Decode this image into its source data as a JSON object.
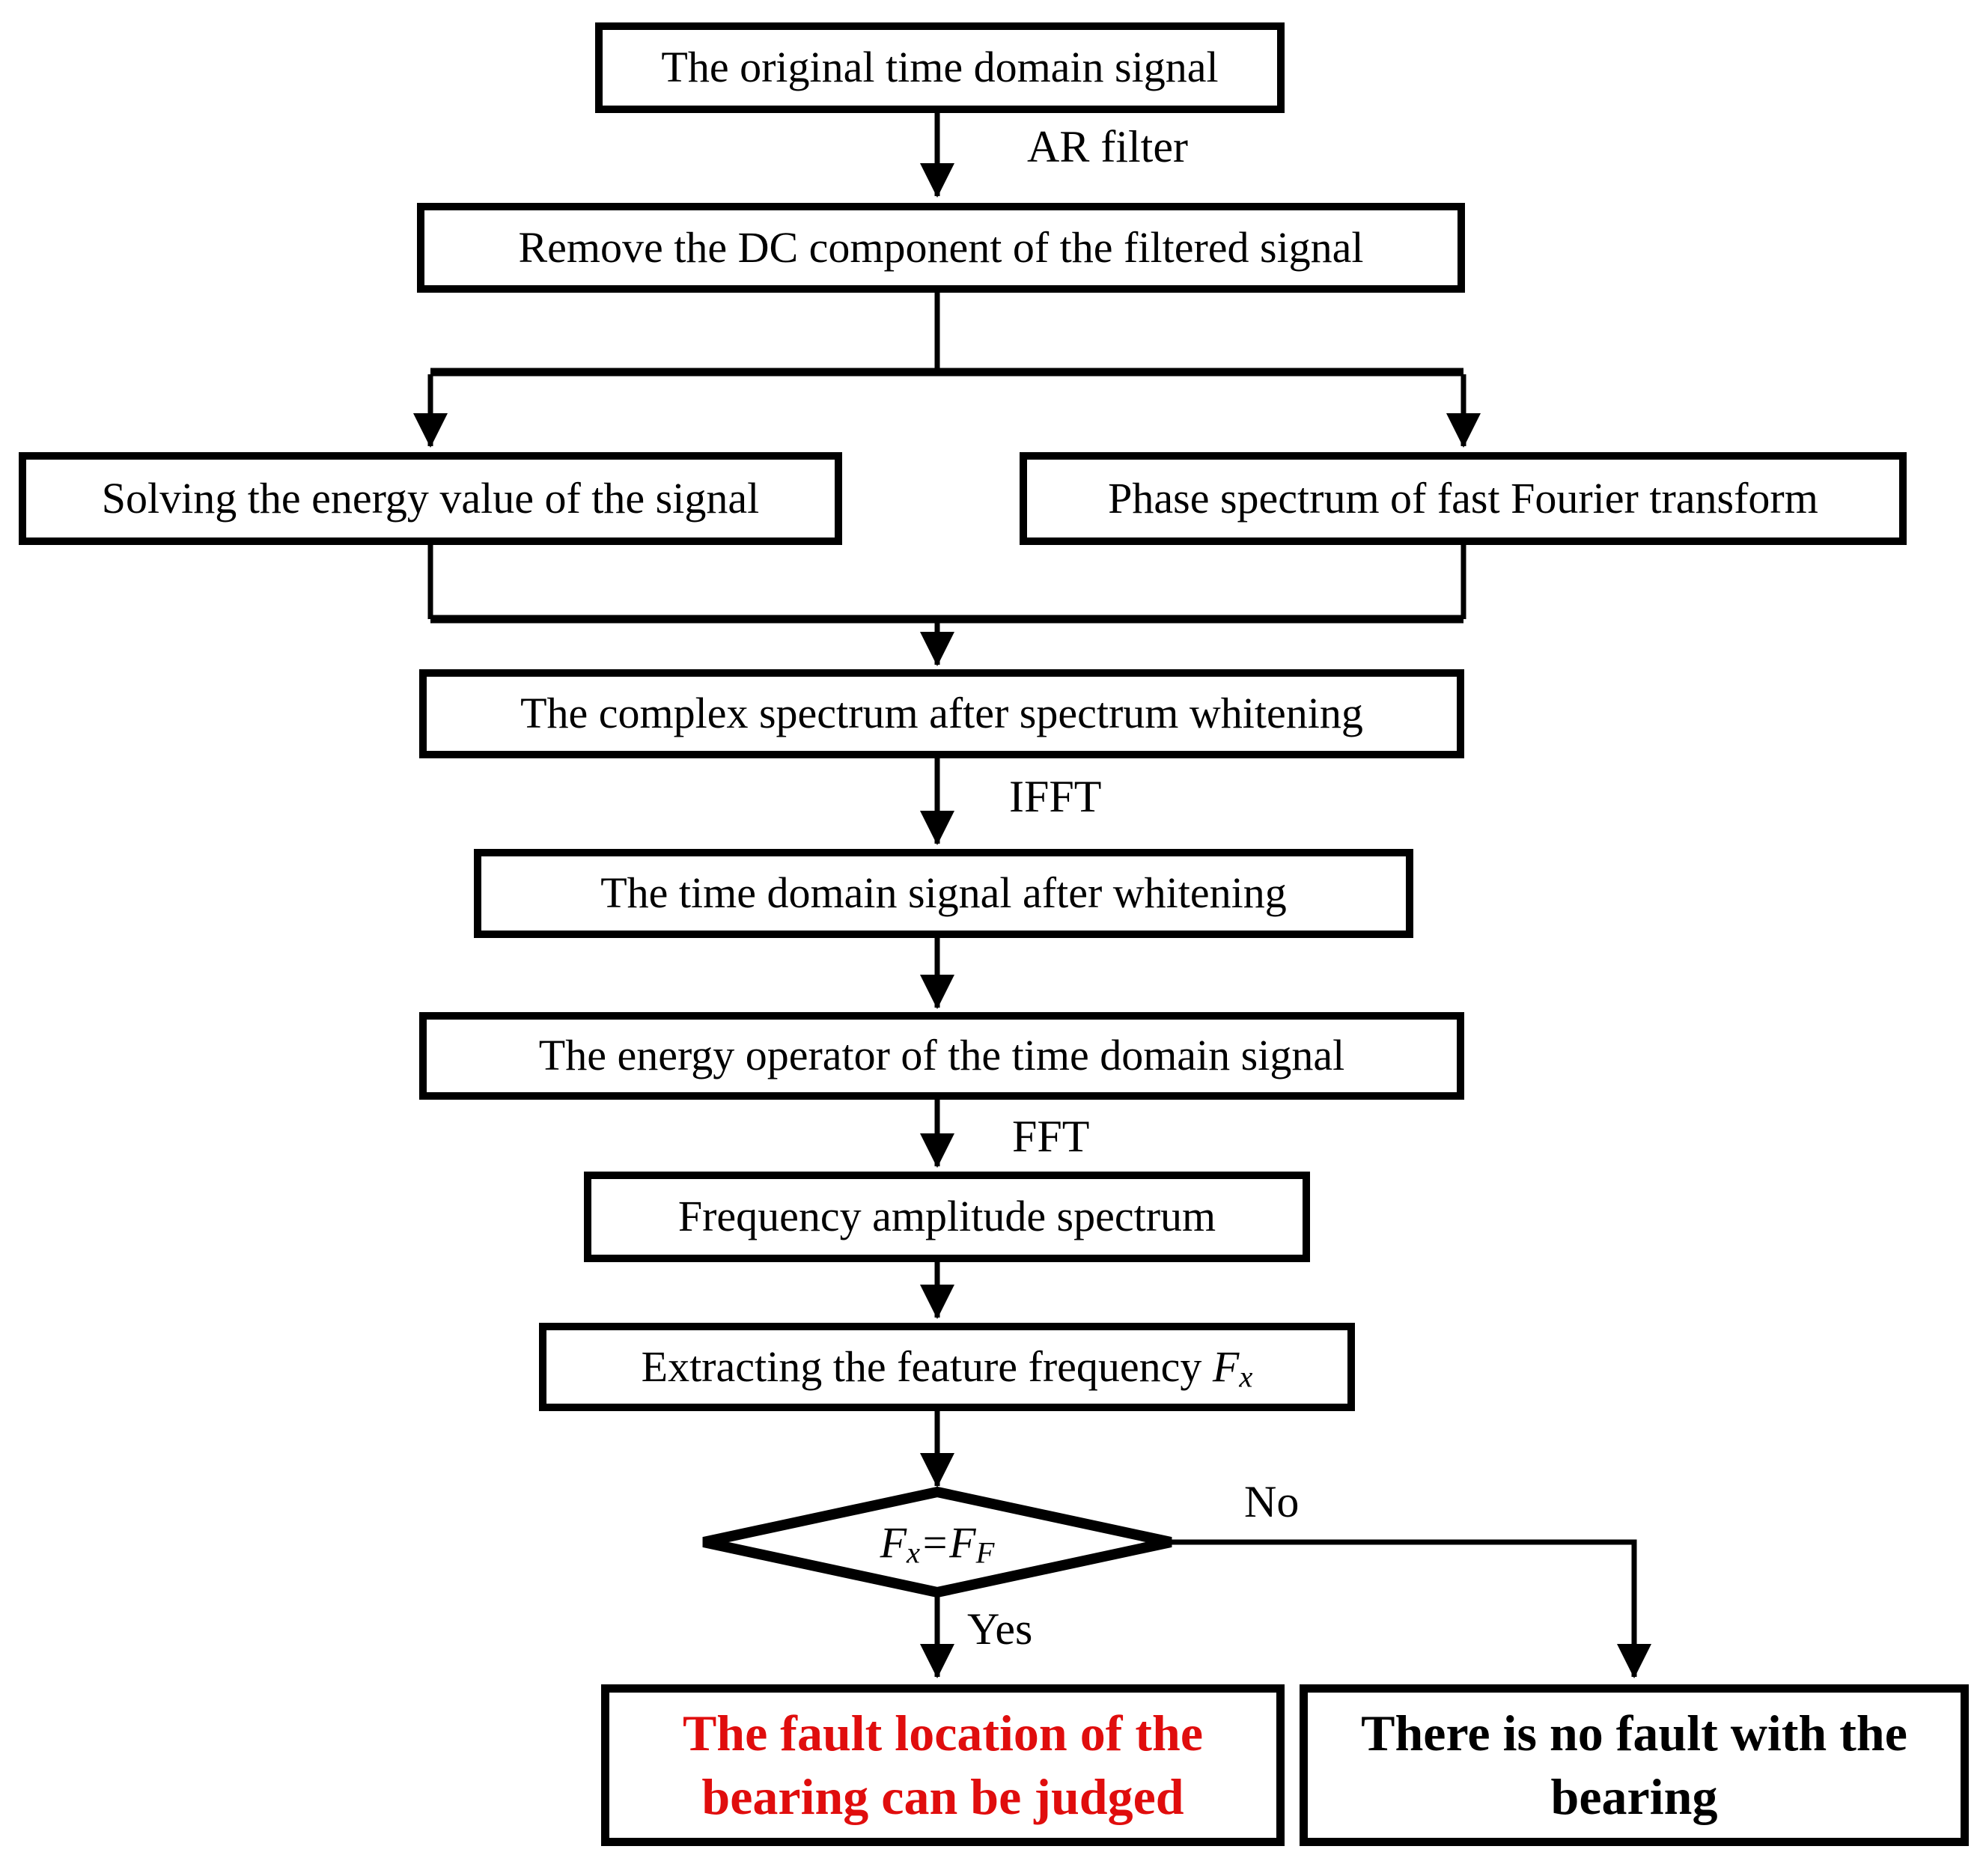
{
  "figure": {
    "type": "flowchart",
    "background_color": "#ffffff",
    "line_color": "#000000",
    "highlight_color": "#e00d0d"
  },
  "nodes": {
    "original_signal": {
      "label": "The original time domain signal"
    },
    "remove_dc": {
      "label": "Remove the DC component of the filtered signal"
    },
    "energy_value": {
      "label": "Solving the energy value of the signal"
    },
    "phase_spectrum": {
      "label": "Phase spectrum of fast Fourier transform"
    },
    "complex_spectrum": {
      "label": "The complex spectrum after spectrum whitening"
    },
    "time_domain_whitened": {
      "label": "The time domain signal after whitening"
    },
    "energy_operator": {
      "label": "The energy operator of the time domain signal"
    },
    "freq_amplitude": {
      "label": "Frequency amplitude spectrum"
    },
    "extract_feature": {
      "label_prefix": "Extracting the feature frequency ",
      "symbol_main": "F",
      "symbol_sub": "x"
    },
    "decision": {
      "lhs_main": "F",
      "lhs_sub": "x",
      "operator": "=",
      "rhs_main": "F",
      "rhs_sub": "F"
    },
    "fault_judged": {
      "line1": "The fault location of the",
      "line2": "bearing can be judged"
    },
    "no_fault": {
      "line1": "There is no fault with the",
      "line2": "bearing"
    }
  },
  "edge_labels": {
    "ar_filter": "AR filter",
    "ifft": "IFFT",
    "fft": "FFT",
    "yes": "Yes",
    "no": "No"
  }
}
